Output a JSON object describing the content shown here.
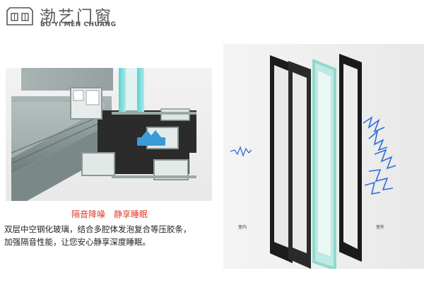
{
  "brand": {
    "name_cn": "渤艺门窗",
    "name_en": "BO YI MEN CHUANG"
  },
  "feature": {
    "title": "隔音降噪　静享睡眠",
    "description_line1": "双层中空钢化玻璃，结合多腔体发泡复合等压胶条，",
    "description_line2": "加强隔音性能，让您安心静享深度睡眠。"
  },
  "labels": {
    "indoor": "室内",
    "outdoor": "室外"
  },
  "colors": {
    "accent_red": "#e03a2a",
    "wave_blue": "#2f6fd6",
    "profile_gray": "#7f9190",
    "glass_teal": "#8fd9d0"
  }
}
